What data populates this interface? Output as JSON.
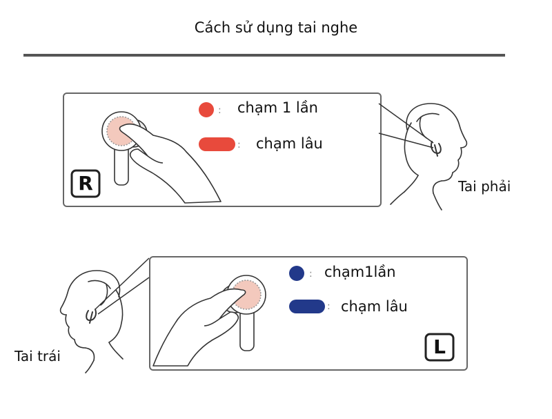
{
  "title": "Cách sử dụng tai nghe",
  "right": {
    "badge": "R",
    "side_label": "Tai phải",
    "single_tap": "chạm 1 lần",
    "long_press": "chạm lâu",
    "color": "#e84a3c"
  },
  "left": {
    "badge": "L",
    "side_label": "Tai trái",
    "single_tap": "chạm1lần",
    "long_press": "chạm lâu",
    "color": "#22398a"
  }
}
